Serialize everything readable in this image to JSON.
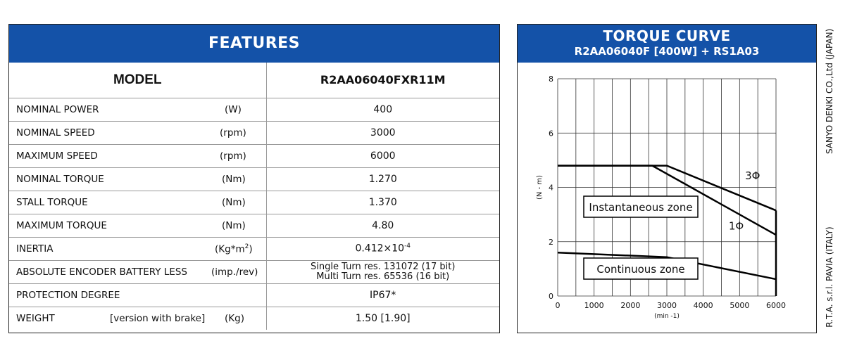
{
  "features": {
    "title": "FEATURES",
    "model_label": "MODEL",
    "model_value": "R2AA06040FXR11M",
    "rows": [
      {
        "name": "NOMINAL POWER",
        "unit": "(W)",
        "value": "400"
      },
      {
        "name": "NOMINAL SPEED",
        "unit": "(rpm)",
        "value": "3000"
      },
      {
        "name": "MAXIMUM SPEED",
        "unit": "(rpm)",
        "value": "6000"
      },
      {
        "name": "NOMINAL TORQUE",
        "unit": "(Nm)",
        "value": "1.270"
      },
      {
        "name": "STALL TORQUE",
        "unit": "(Nm)",
        "value": "1.370"
      },
      {
        "name": "MAXIMUM TORQUE",
        "unit": "(Nm)",
        "value": "4.80"
      }
    ],
    "inertia": {
      "name": "INERTIA",
      "unit_base": "(Kg*m",
      "unit_sup": "2",
      "unit_end": ")",
      "value_base": "0.412×10",
      "value_sup": "-4"
    },
    "encoder": {
      "name": "ABSOLUTE ENCODER BATTERY LESS",
      "unit": "(imp./rev)",
      "value_line1": "Single Turn res. 131072 (17 bit)",
      "value_line2": "Multi Turn res. 65536 (16 bit)"
    },
    "protection": {
      "name": "PROTECTION DEGREE",
      "value": "IP67*"
    },
    "weight": {
      "name": "WEIGHT",
      "note": "[version with brake]",
      "unit": "(Kg)",
      "value": "1.50  [1.90]"
    }
  },
  "torque": {
    "title": "TORQUE CURVE",
    "subtitle": "R2AA06040F [400W] + RS1A03"
  },
  "side_text": {
    "top": "SANYO DENKI CO.,Ltd (JAPAN)",
    "bottom": "R.T.A.  s.r.l.  PAVIA (ITALY)"
  },
  "chart_data": {
    "type": "line",
    "xlabel": "(min -1)",
    "ylabel": "(N - m)",
    "xlim": [
      0,
      6000
    ],
    "ylim": [
      0,
      8
    ],
    "x_ticks": [
      0,
      1000,
      2000,
      3000,
      4000,
      5000,
      6000
    ],
    "y_ticks": [
      0,
      2,
      4,
      6,
      8
    ],
    "x_grid_step": 500,
    "grid": true,
    "series": [
      {
        "name": "3Φ",
        "x": [
          0,
          3000,
          6000
        ],
        "y": [
          4.8,
          4.8,
          3.15
        ]
      },
      {
        "name": "1Φ",
        "x": [
          0,
          2600,
          6000
        ],
        "y": [
          4.8,
          4.8,
          2.25
        ]
      },
      {
        "name": "",
        "x": [
          0,
          3000,
          6000
        ],
        "y": [
          1.6,
          1.43,
          0.62
        ]
      }
    ],
    "max_speed_limit": 6000,
    "annotations": [
      "Instantaneous zone",
      "Continuous zone"
    ]
  }
}
